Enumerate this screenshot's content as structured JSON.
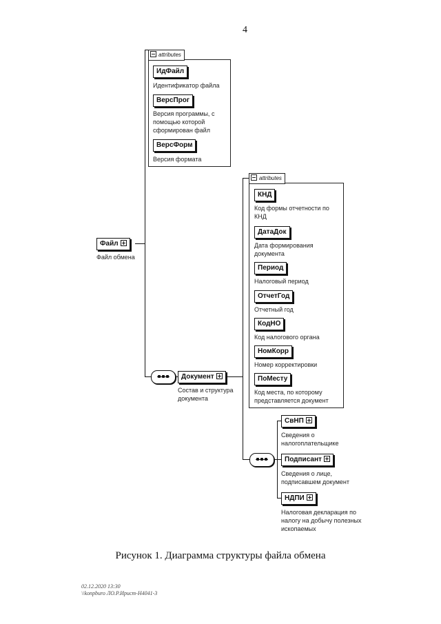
{
  "page_number": "4",
  "group_label": "attributes",
  "root": {
    "name": "Файл",
    "desc": "Файл обмена"
  },
  "file_attributes": [
    {
      "name": "ИдФайл",
      "desc": "Идентификатор файла"
    },
    {
      "name": "ВерсПрог",
      "desc": "Версия программы, с помощью которой сформирован файл"
    },
    {
      "name": "ВерсФорм",
      "desc": "Версия формата"
    }
  ],
  "document": {
    "name": "Документ",
    "desc": "Состав и структура документа"
  },
  "document_attributes": [
    {
      "name": "КНД",
      "desc": "Код формы отчетности по КНД"
    },
    {
      "name": "ДатаДок",
      "desc": "Дата формирования документа"
    },
    {
      "name": "Период",
      "desc": "Налоговый период"
    },
    {
      "name": "ОтчетГод",
      "desc": "Отчетный год"
    },
    {
      "name": "КодНО",
      "desc": "Код налогового органа"
    },
    {
      "name": "НомКорр",
      "desc": "Номер корректировки"
    },
    {
      "name": "ПоМесту",
      "desc": "Код места, по которому представляется документ"
    }
  ],
  "document_children": [
    {
      "name": "СвНП",
      "desc": "Сведения о налогоплательщике"
    },
    {
      "name": "Подписант",
      "desc": "Сведения о лице, подписавшем документ"
    },
    {
      "name": "НДПИ",
      "desc": "Налоговая декларация по налогу на добычу полезных ископаемых"
    }
  ],
  "caption": "Рисунок 1. Диаграмма структуры файла обмена",
  "stamp": [
    "02.12.2020 13:30",
    "\\\\konpburo ЛО.Р.Ирист-Н4041-3"
  ]
}
